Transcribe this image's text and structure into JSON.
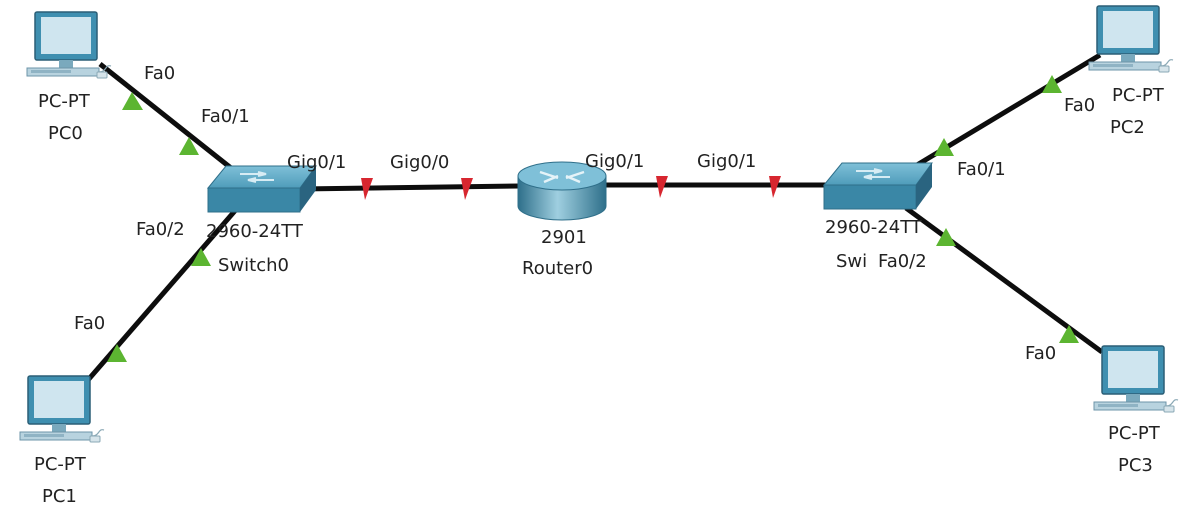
{
  "colors": {
    "link": "#0d0d0d",
    "link_up": "#5cb531",
    "link_down": "#d7262f",
    "device_blue": "#4f9cba",
    "device_dark": "#2f6f8a",
    "monitor_frame": "#3f8fb0",
    "monitor_screen": "#cfe5ef"
  },
  "devices": {
    "pc0": {
      "model": "PC-PT",
      "name": "PC0"
    },
    "pc1": {
      "model": "PC-PT",
      "name": "PC1"
    },
    "pc2": {
      "model": "PC-PT",
      "name": "PC2"
    },
    "pc3": {
      "model": "PC-PT",
      "name": "PC3"
    },
    "switch0": {
      "model": "2960-24TT",
      "name": "Switch0"
    },
    "switch1": {
      "model": "2960-24TT",
      "name": "Swi"
    },
    "router0": {
      "model": "2901",
      "name": "Router0"
    }
  },
  "interfaces": {
    "pc0_fa0": "Fa0",
    "sw0_fa01": "Fa0/1",
    "pc1_fa0": "Fa0",
    "sw0_fa02": "Fa0/2",
    "sw0_gig01": "Gig0/1",
    "r0_gig00": "Gig0/0",
    "r0_gig01": "Gig0/1",
    "sw1_gig01": "Gig0/1",
    "pc2_fa0": "Fa0",
    "sw1_fa01": "Fa0/1",
    "pc3_fa0": "Fa0",
    "sw1_fa02": "Fa0/2"
  },
  "links": [
    {
      "from": "PC0",
      "to": "Switch0",
      "status": "up"
    },
    {
      "from": "PC1",
      "to": "Switch0",
      "status": "up"
    },
    {
      "from": "Switch0",
      "to": "Router0",
      "status": "down"
    },
    {
      "from": "Router0",
      "to": "Swi",
      "status": "down"
    },
    {
      "from": "PC2",
      "to": "Swi",
      "status": "up"
    },
    {
      "from": "PC3",
      "to": "Swi",
      "status": "up"
    }
  ]
}
